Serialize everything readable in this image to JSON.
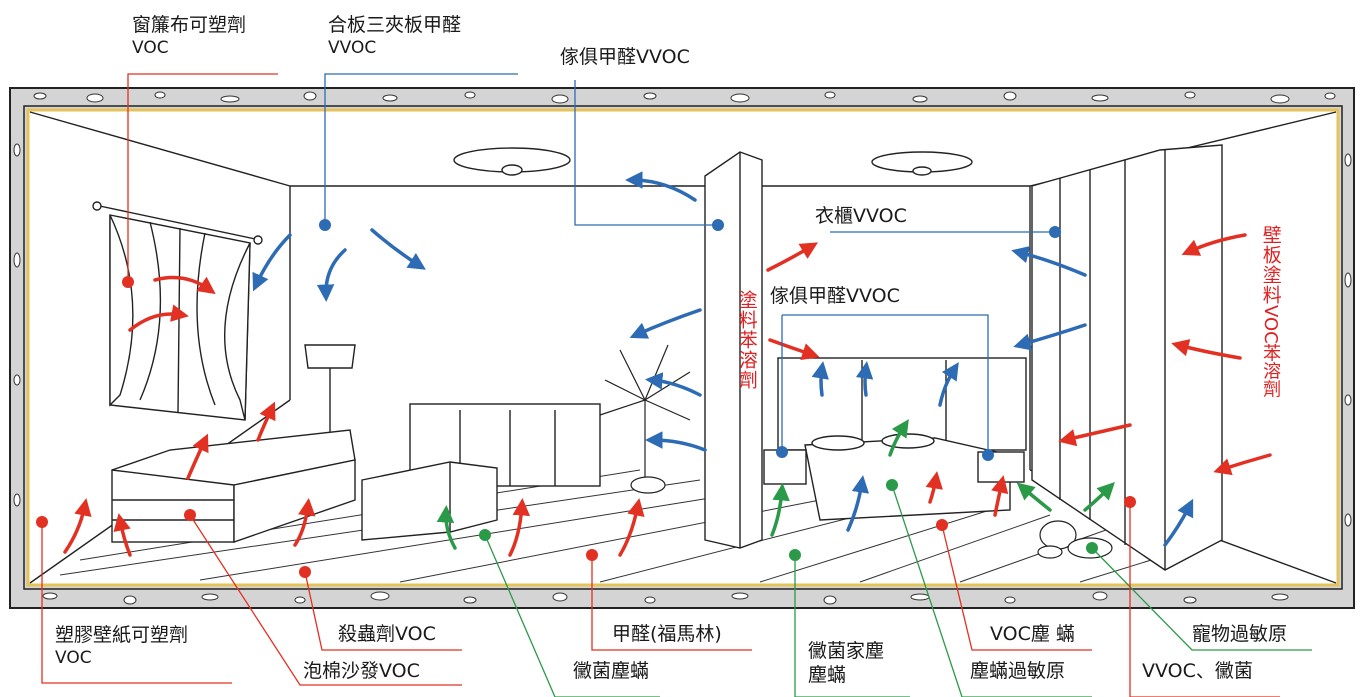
{
  "colors": {
    "formaldehyde": "#e23022",
    "voc": "#2d6bb5",
    "mold_mites": "#2a9a49",
    "wall_fill": "#d8d8d8",
    "wall_inner_line": "#e6c35a",
    "line": "#222222"
  },
  "labels": {
    "curtain": "窗簾布可塑劑",
    "curtain_sub": "VOC",
    "plywood": "合板三夾板甲醛",
    "plywood_sub": "VVOC",
    "furniture_top": "傢俱甲醛VVOC",
    "wardrobe": "衣櫃VVOC",
    "furniture_mid": "傢俱甲醛VVOC",
    "paint_solvent": "塗料苯溶劑",
    "wall_panel_1": "壁板塗料",
    "wall_panel_2": "VOC苯溶劑",
    "plastic_wallpaper": "塑膠壁紙可塑劑",
    "plastic_wallpaper_sub": "VOC",
    "pesticide": "殺蟲劑VOC",
    "foam_sofa": "泡棉沙發VOC",
    "mold_dust_mites": "黴菌塵蟎",
    "formaldehyde": "甲醛(福馬林)",
    "mold_house_dust": "黴菌家塵",
    "mold_house_dust_2": "塵蟎",
    "voc_dust_mites": "VOC塵 蟎",
    "dust_mite_allergen": "塵蟎過敏原",
    "pet_allergen": "寵物過敏原",
    "vvoc_mold": "VVOC、黴菌"
  }
}
